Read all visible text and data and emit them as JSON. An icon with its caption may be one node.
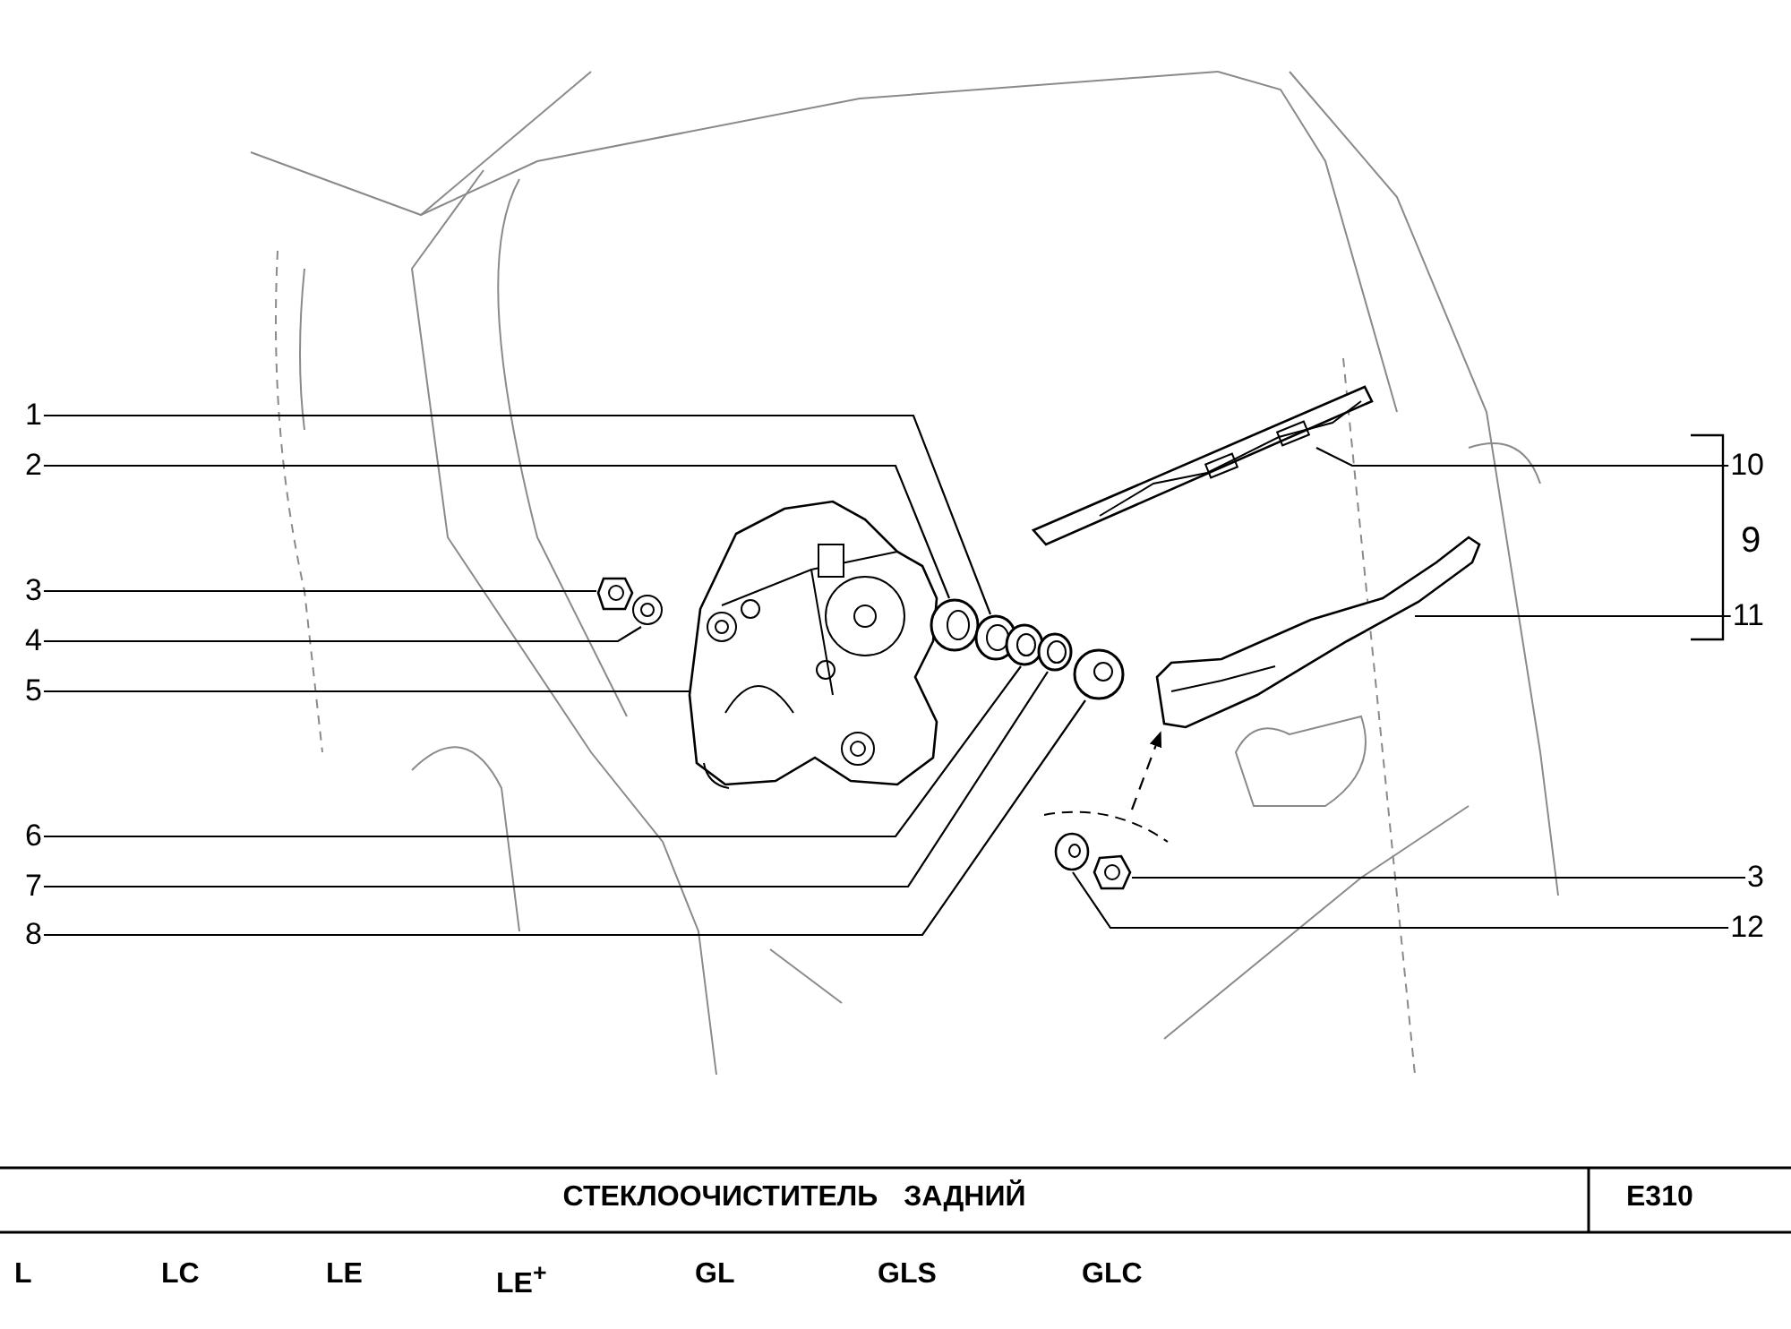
{
  "diagram": {
    "title": "СТЕКЛООЧИСТИТЕЛЬ ЗАДНИЙ",
    "nodes": [
      {
        "text": [
          "1"
        ]
      },
      {
        "text": [
          "2"
        ]
      },
      {
        "text": [
          "3"
        ]
      },
      {
        "text": [
          "4"
        ]
      },
      {
        "text": [
          "5"
        ]
      },
      {
        "text": [
          "6"
        ]
      },
      {
        "text": [
          "7"
        ]
      },
      {
        "text": [
          "8"
        ]
      },
      {
        "text": [
          "10"
        ]
      },
      {
        "text": [
          "11"
        ]
      },
      {
        "text": [
          "3"
        ]
      },
      {
        "text": [
          "12"
        ]
      },
      {
        "text": [],
        "shape": "picture"
      },
      {
        "text": [],
        "shape": "picture"
      },
      {
        "text": [],
        "shape": "picture"
      },
      {
        "text": [],
        "shape": "picture"
      },
      {
        "text": [],
        "shape": "picture"
      },
      {
        "text": [],
        "shape": "picture"
      },
      {
        "text": [],
        "shape": "picture"
      },
      {
        "text": [],
        "shape": "picture"
      },
      {
        "text": [],
        "shape": "picture"
      },
      {
        "text": [],
        "shape": "picture"
      },
      {
        "text": [],
        "shape": "picture"
      },
      {
        "text": [],
        "shape": "picture"
      }
    ],
    "edges": [
      {
        "from": 0,
        "to": 16,
        "arrow": "none"
      },
      {
        "from": 1,
        "to": 15,
        "arrow": "none"
      },
      {
        "from": 2,
        "to": 13,
        "arrow": "none"
      },
      {
        "from": 3,
        "to": 14,
        "arrow": "none"
      },
      {
        "from": 4,
        "to": 12,
        "arrow": "none"
      },
      {
        "from": 5,
        "to": 17,
        "arrow": "none"
      },
      {
        "from": 6,
        "to": 18,
        "arrow": "none"
      },
      {
        "from": 7,
        "to": 19,
        "arrow": "none"
      },
      {
        "from": 8,
        "to": 20,
        "arrow": "none"
      },
      {
        "from": 9,
        "to": 21,
        "arrow": "none"
      },
      {
        "from": 10,
        "to": 23,
        "arrow": "none"
      },
      {
        "from": 11,
        "to": 22,
        "arrow": "none"
      },
      {
        "from": null,
        "to": 21,
        "arrow": "to",
        "style": "dashed"
      }
    ],
    "labels": [
      "9",
      "E310",
      "L",
      "LC",
      "LE",
      "LE$^{+}$",
      "GL",
      "GLS",
      "GLC"
    ]
  }
}
